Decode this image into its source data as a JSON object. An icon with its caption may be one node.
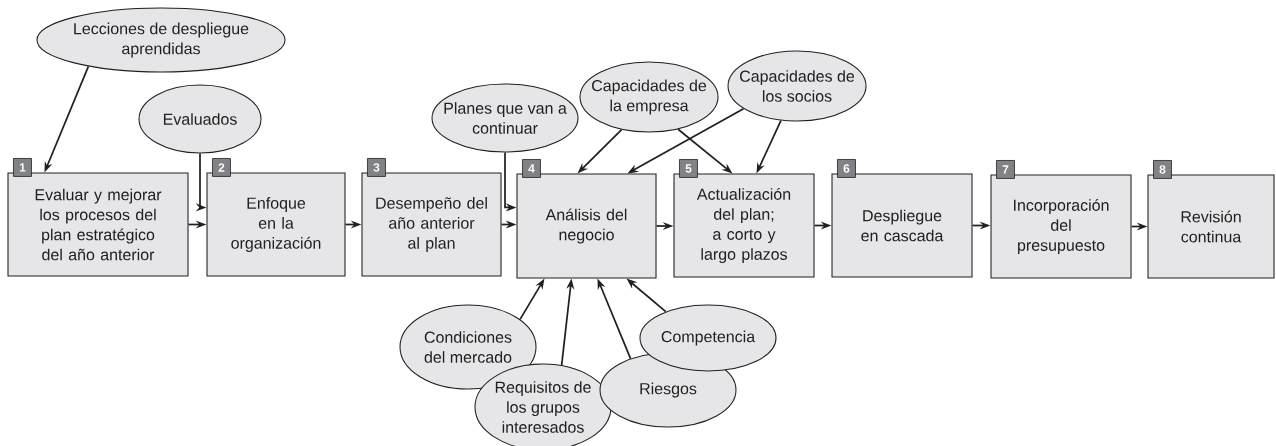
{
  "diagram": {
    "nodes": [
      {
        "text": [
          "Evaluar y mejorar los procesos del plan estratégico del año anterior"
        ],
        "beside": [
          "1"
        ]
      },
      {
        "text": [
          "Enfoque en la organización"
        ],
        "beside": [
          "2"
        ]
      },
      {
        "text": [
          "Desempeño del año anterior al plan"
        ],
        "beside": [
          "3"
        ]
      },
      {
        "text": [
          "Análisis del negocio"
        ],
        "beside": [
          "4"
        ]
      },
      {
        "text": [
          "Actualización del plan; a corto y largo plazos"
        ],
        "beside": [
          "5"
        ]
      },
      {
        "text": [
          "Despliegue en cascada"
        ],
        "beside": [
          "6"
        ]
      },
      {
        "text": [
          "Incorporación del presupuesto"
        ],
        "beside": [
          "7"
        ]
      },
      {
        "text": [
          "Revisión continua"
        ],
        "beside": [
          "8"
        ]
      },
      {
        "text": [
          "Lecciones de despliegue aprendidas"
        ]
      },
      {
        "text": [
          "Evaluados"
        ]
      },
      {
        "text": [
          "Planes que van a continuar"
        ]
      },
      {
        "text": [
          "Capacidades de la empresa"
        ]
      },
      {
        "text": [
          "Capacidades de los socios"
        ]
      },
      {
        "text": [
          "Condiciones del mercado"
        ]
      },
      {
        "text": [
          "Requisitos de los grupos interesados"
        ]
      },
      {
        "text": [
          "Riesgos"
        ]
      },
      {
        "text": [
          "Competencia"
        ]
      }
    ],
    "edges": [
      {
        "from": 0,
        "to": 1,
        "arrow": "to"
      },
      {
        "from": 1,
        "to": 2,
        "arrow": "to"
      },
      {
        "from": 2,
        "to": 3,
        "arrow": "to"
      },
      {
        "from": 3,
        "to": 4,
        "arrow": "to"
      },
      {
        "from": 4,
        "to": 5,
        "arrow": "to"
      },
      {
        "from": 5,
        "to": 6,
        "arrow": "to"
      },
      {
        "from": 6,
        "to": 7,
        "arrow": "to"
      },
      {
        "from": 8,
        "to": 0,
        "arrow": "to"
      },
      {
        "from": 9,
        "to": 1,
        "arrow": "to"
      },
      {
        "from": 10,
        "to": 3,
        "arrow": "to"
      },
      {
        "from": 11,
        "to": 3,
        "arrow": "to"
      },
      {
        "from": 11,
        "to": 4,
        "arrow": "to"
      },
      {
        "from": 12,
        "to": 3,
        "arrow": "to"
      },
      {
        "from": 12,
        "to": 4,
        "arrow": "to"
      },
      {
        "from": 13,
        "to": 3,
        "arrow": "to"
      },
      {
        "from": 14,
        "to": 3,
        "arrow": "to"
      },
      {
        "from": 15,
        "to": 3,
        "arrow": "to"
      },
      {
        "from": 16,
        "to": 3,
        "arrow": "to"
      }
    ]
  }
}
